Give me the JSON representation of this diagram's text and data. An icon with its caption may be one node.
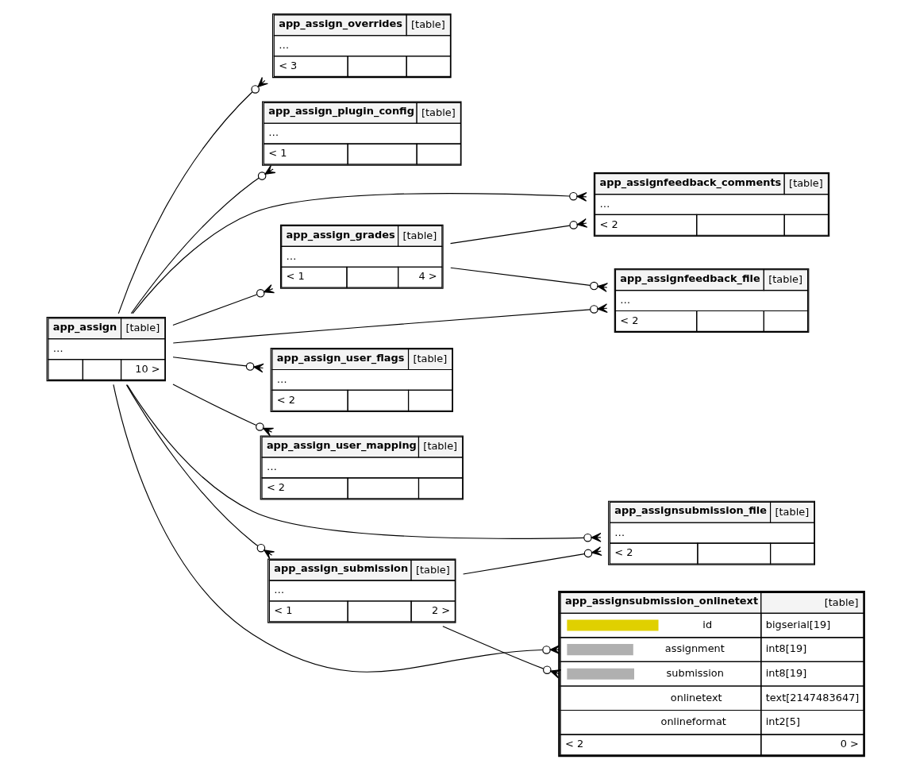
{
  "diagram": {
    "nodes": [
      {
        "text": [
          "app_assign_overrides",
          "[table]",
          "…",
          "< 3"
        ]
      },
      {
        "text": [
          "app_assign_plugin_config",
          "[table]",
          "…",
          "< 1"
        ]
      },
      {
        "text": [
          "app_assignfeedback_comments",
          "[table]",
          "…",
          "< 2"
        ]
      },
      {
        "text": [
          "app_assign_grades",
          "[table]",
          "…",
          "< 1",
          "4 >"
        ]
      },
      {
        "text": [
          "app_assignfeedback_file",
          "[table]",
          "…",
          "< 2"
        ]
      },
      {
        "text": [
          "app_assign_user_flags",
          "[table]",
          "…",
          "< 2"
        ]
      },
      {
        "text": [
          "app_assign",
          "[table]",
          "…",
          "10 >"
        ]
      },
      {
        "text": [
          "app_assign_user_mapping",
          "[table]",
          "…",
          "< 2"
        ]
      },
      {
        "text": [
          "app_assignsubmission_file",
          "[table]",
          "…",
          "< 2"
        ]
      },
      {
        "text": [
          "app_assign_submission",
          "[table]",
          "…",
          "< 1",
          "2 >"
        ]
      },
      {
        "text": [
          "app_assignsubmission_onlinetext",
          "[table]",
          "id",
          "bigserial[19]",
          "assignment",
          "int8[19]",
          "submission",
          "int8[19]",
          "onlinetext",
          "text[2147483647]",
          "onlineformat",
          "int2[5]",
          "< 2",
          "0 >"
        ]
      }
    ],
    "edges": [
      {
        "from": 0,
        "to": 6,
        "arrow": "other"
      },
      {
        "from": 1,
        "to": 6,
        "arrow": "other"
      },
      {
        "from": 2,
        "to": 6,
        "arrow": "other"
      },
      {
        "from": 2,
        "to": 3,
        "arrow": "other"
      },
      {
        "from": 3,
        "to": 6,
        "arrow": "other"
      },
      {
        "from": 4,
        "to": 3,
        "arrow": "other"
      },
      {
        "from": 4,
        "to": 6,
        "arrow": "other"
      },
      {
        "from": 5,
        "to": 6,
        "arrow": "other"
      },
      {
        "from": 7,
        "to": 6,
        "arrow": "other"
      },
      {
        "from": 8,
        "to": 6,
        "arrow": "other"
      },
      {
        "from": 8,
        "to": 9,
        "arrow": "other"
      },
      {
        "from": 9,
        "to": 6,
        "arrow": "other"
      },
      {
        "from": 10,
        "to": 6,
        "arrow": "other"
      },
      {
        "from": 10,
        "to": 9,
        "arrow": "other"
      }
    ]
  }
}
